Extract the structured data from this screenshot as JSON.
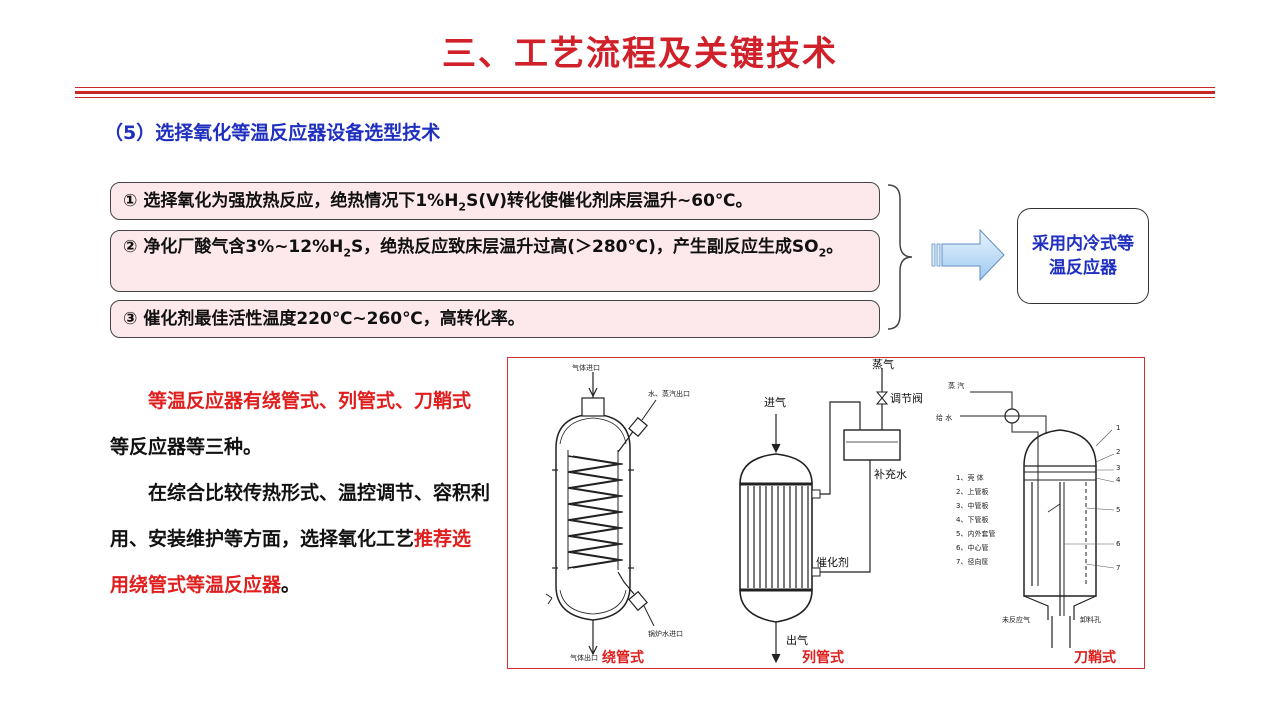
{
  "title": "三、工艺流程及关键技术",
  "subtitle": "（5）选择氧化等温反应器设备选型技术",
  "items": [
    {
      "num": "①",
      "pre": "选择氧化为强放热反应，绝热情况下1%H",
      "sub": "2",
      "post": "S(V)转化使催化剂床层温升~60℃。"
    },
    {
      "num": "②",
      "pre": "净化厂酸气含3%~12%H",
      "sub": "2",
      "mid": "S，绝热反应致床层温升过高(＞280℃)，产生副反应生成SO",
      "sub2": "2",
      "post": "。"
    },
    {
      "num": "③",
      "text": "催化剂最佳活性温度220℃~260℃，高转化率。"
    }
  ],
  "result_box": "采用内冷式等温反应器",
  "paragraph": {
    "p1_red": "等温反应器有绕管式、列管式、刀鞘式",
    "p1_black": "等反应器等三种。",
    "p2_black": "在综合比较传热形式、温控调节、容积利用、安装维护等方面，选择氧化工艺",
    "p2_red": "推荐选用绕管式等温反应器",
    "p2_end": "。"
  },
  "figure": {
    "captions": [
      "绕管式",
      "列管式",
      "刀鞘式"
    ],
    "coil": {
      "top_label": "气体进口",
      "side_label": "水、蒸汽出口",
      "bottom_right": "锅炉水进口",
      "bottom_left": "气体出口"
    },
    "tube": {
      "inlet": "进气",
      "steam": "蒸气",
      "valve": "调节阀",
      "makeup": "补充水",
      "catalyst": "催化剂",
      "outlet": "出气"
    },
    "sheath": {
      "steam": "蒸 汽",
      "water": "给 水",
      "legend": [
        "1、壳 体",
        "2、上管板",
        "3、中管板",
        "4、下管板",
        "5、内外套管",
        "6、中心管",
        "7、径向筐"
      ],
      "unreacted": "未反应气",
      "discharge": "卸料孔",
      "numbers": [
        "1",
        "2",
        "3",
        "4",
        "5",
        "6",
        "7"
      ]
    }
  },
  "colors": {
    "title": "#d0202a",
    "subtitle": "#1f2fbf",
    "highlight": "#e01e1e",
    "item_bg": "#fde9ec"
  },
  "icons": {
    "arrow": "right-arrow-icon",
    "brace": "right-brace-icon"
  }
}
